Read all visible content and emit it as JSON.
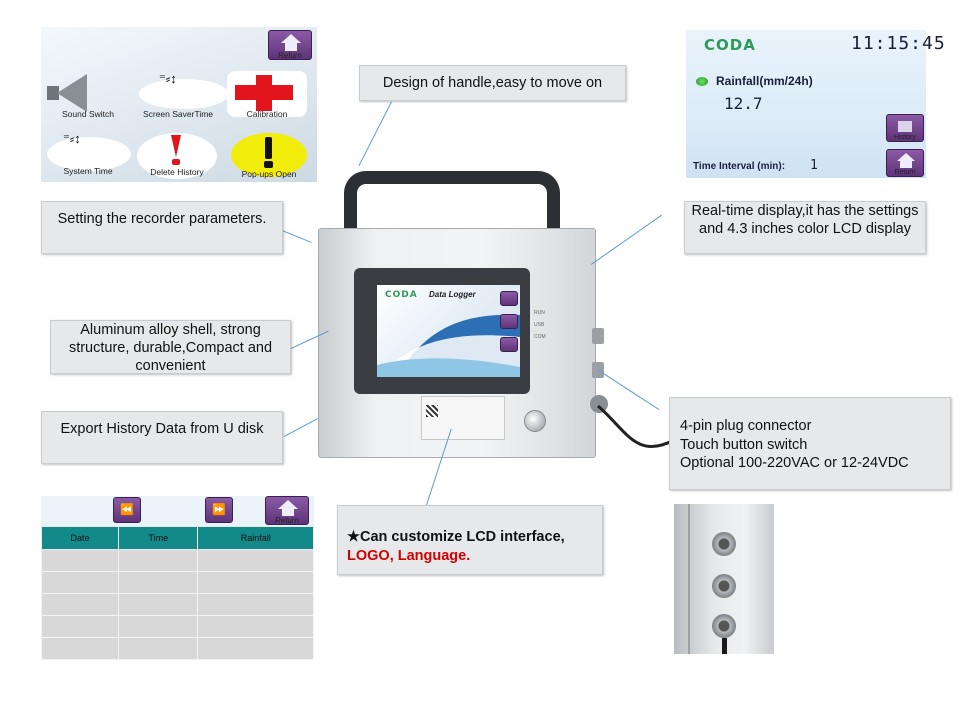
{
  "callouts": {
    "handle": "Design of handle,easy to move on",
    "setting": "Setting the recorder parameters.",
    "realtime": "Real-time display,it has the settings and 4.3 inches color LCD display",
    "aluminum": "Aluminum alloy shell, strong structure, durable,Compact and convenient",
    "export": "Export History Data from U disk",
    "connector": [
      "4-pin plug connector",
      "Touch button switch",
      "Optional 100-220VAC or 12-24VDC"
    ],
    "customize_prefix": "★Can customize LCD interface,",
    "customize_red": "LOGO, Language",
    "customize_suffix": "."
  },
  "settings_screen": {
    "return_label": "Return",
    "tiles": [
      "Sound Switch",
      "Screen SaverTime",
      "Calibration",
      "System Time",
      "Delete History",
      "Pop-ups  Open"
    ]
  },
  "live_screen": {
    "logo": "CODA",
    "time": "11:15:45",
    "measure_label": "Rainfall(mm/24h)",
    "measure_value": "12.7",
    "interval_label": "Time Interval (min):",
    "interval_value": "1",
    "history_label": "History",
    "return_label": "Return"
  },
  "history_screen": {
    "prev_icon": "⏪",
    "next_icon": "⏩",
    "return_label": "Return",
    "columns": [
      "Date",
      "Time",
      "Rainfall"
    ],
    "rows": [
      [
        "",
        "",
        ""
      ],
      [
        "",
        "",
        ""
      ],
      [
        "",
        "",
        ""
      ],
      [
        "",
        "",
        ""
      ],
      [
        "",
        "",
        ""
      ]
    ]
  },
  "device": {
    "lcd_logo": "CODA",
    "lcd_title": "Data Logger",
    "side_labels": [
      "RUN",
      "USB",
      "COM"
    ]
  },
  "colors": {
    "purple": "#6b3f86",
    "teal_header": "#138a8a",
    "accent_red": "#d40000",
    "leader_blue": "#5a9bd5"
  }
}
